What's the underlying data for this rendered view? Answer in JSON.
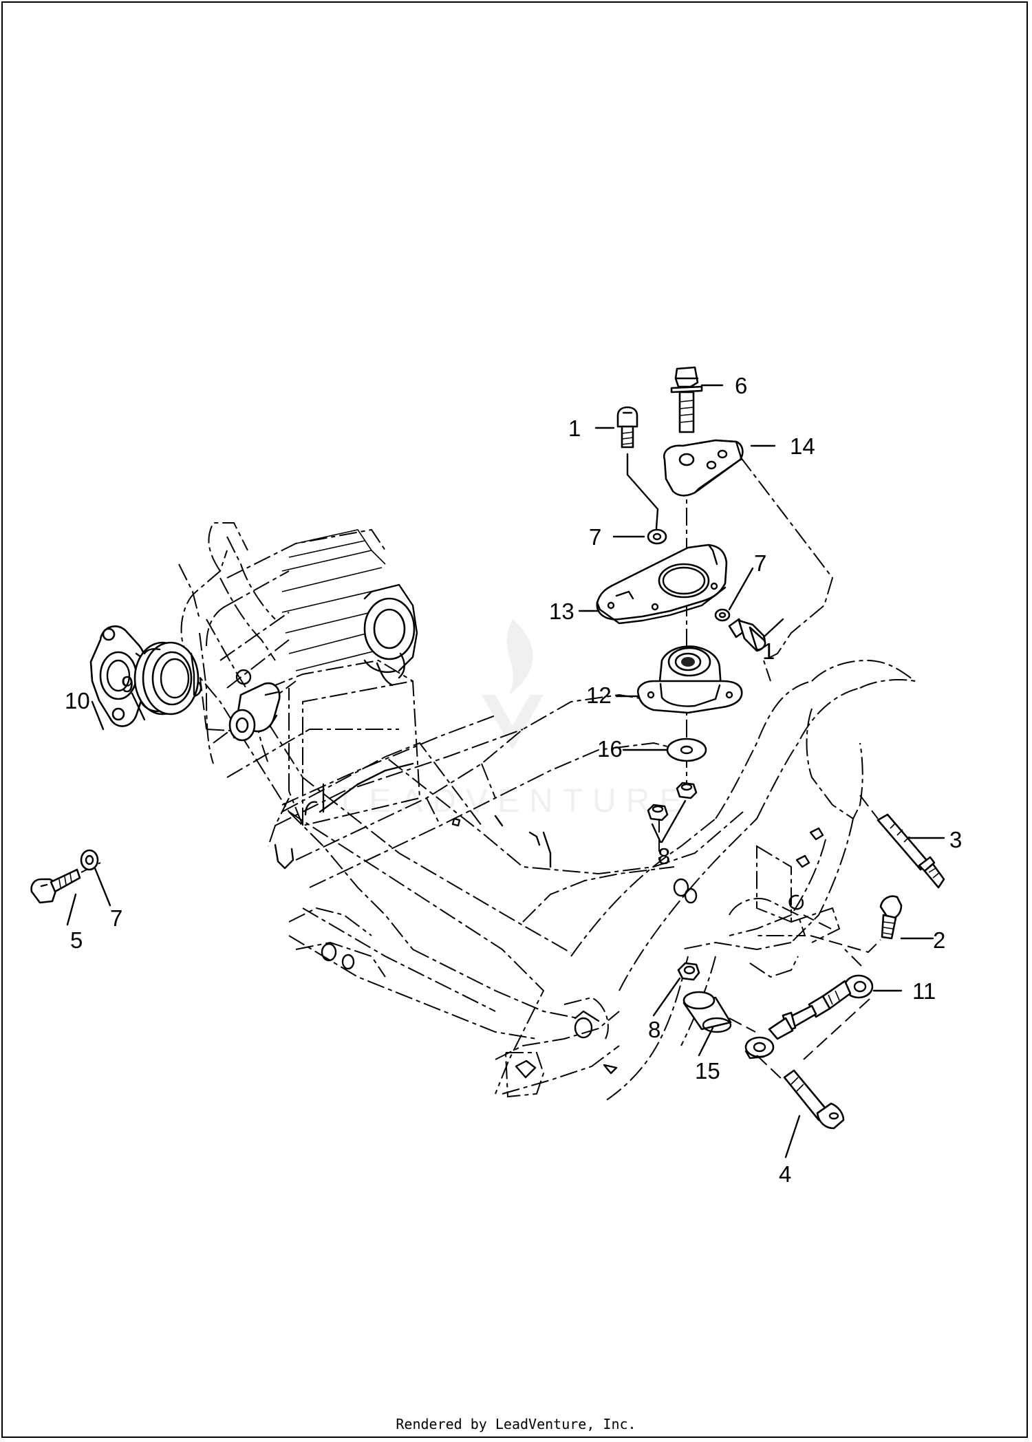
{
  "callouts": [
    {
      "id": "1a",
      "label": "1"
    },
    {
      "id": "1b",
      "label": "1"
    },
    {
      "id": "2",
      "label": "2"
    },
    {
      "id": "3",
      "label": "3"
    },
    {
      "id": "4",
      "label": "4"
    },
    {
      "id": "5",
      "label": "5"
    },
    {
      "id": "6",
      "label": "6"
    },
    {
      "id": "7a",
      "label": "7"
    },
    {
      "id": "7b",
      "label": "7"
    },
    {
      "id": "7c",
      "label": "7"
    },
    {
      "id": "8a",
      "label": "8"
    },
    {
      "id": "8b",
      "label": "8"
    },
    {
      "id": "9",
      "label": "9"
    },
    {
      "id": "10",
      "label": "10"
    },
    {
      "id": "11",
      "label": "11"
    },
    {
      "id": "12",
      "label": "12"
    },
    {
      "id": "13",
      "label": "13"
    },
    {
      "id": "14",
      "label": "14"
    },
    {
      "id": "15",
      "label": "15"
    },
    {
      "id": "16",
      "label": "16"
    }
  ],
  "watermark": {
    "text": "LEADVENTURE"
  },
  "footer": {
    "text": "Rendered by LeadVenture, Inc."
  }
}
